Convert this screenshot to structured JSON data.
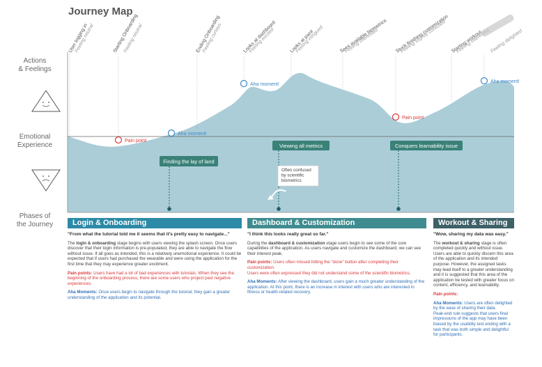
{
  "title": "Journey Map",
  "row_labels": {
    "actions": "Actions\n& Feelings",
    "emotional": "Emotional\nExperience",
    "phases": "Phases of\nthe Journey"
  },
  "steps": [
    {
      "action": "User logging in",
      "feeling": "Feeling neutral"
    },
    {
      "action": "Starting Onboarding",
      "feeling": "Feeling neutral"
    },
    {
      "action": "Ending Onboarding",
      "feeling": "Feeling curious"
    },
    {
      "action": "Looks at dashboard",
      "feeling": "Feeling excited"
    },
    {
      "action": "Looks at pace",
      "feeling": "Feeling intrigued"
    },
    {
      "action": "Sees available biometrics",
      "feeling": "Feeling interested"
    },
    {
      "action": "Stuck finishing customization",
      "feeling": "Feeling slightly confused"
    },
    {
      "action": "Starting workout",
      "feeling": "Feeling interested"
    },
    {
      "action": "",
      "feeling": "Feeling delighted"
    }
  ],
  "markers": {
    "pain1": "Pain point",
    "aha1": "Aha moment!",
    "aha2": "Aha moment!",
    "pain2": "Pain point",
    "aha3": "Aha moment!"
  },
  "callouts": {
    "lay_of_land": "Finding the lay of land",
    "viewing_metrics": "Viewing all metrics",
    "learnability": "Conquers learnability issue",
    "confused": "Often confused by scientific biometrics"
  },
  "phases": [
    {
      "header": "Login & Onboarding",
      "quote": "\"From what the tutorial told me it seems that it's pretty easy to navigate...\"",
      "body_pre": "The ",
      "body_bold": "login & onboarding",
      "body_post": " stage begins with users viewing the splash screen. Once users discover that their login information is pre-populated, they are able to navigate the flow without issue. If all goes as intended, this is a relatively unemotional experience. It could be expected that if users had purchased the wearable and were using the application for the first time that they may experience greater excitment.",
      "pain_label": "Pain points:",
      "pain_text": " Users have had a lot of bad experiences with tutorials. When they see the beginning of the onboarding process, there are some users who project past negative experiences.",
      "aha_label": "Aha Moments:",
      "aha_text": " Once users begin to navigate through the tutorial, they gain a greater understanding of the application and its potential."
    },
    {
      "header": "Dashboard & Customization",
      "quote": "\"I think this looks really great so far.\"",
      "body_pre": "During the ",
      "body_bold": "dashboard & customization",
      "body_post": " stage users begin to see some of the core capabilities of the application. As users navigate and customize the dashboard, we can see their interest peak.",
      "pain_label": "Pain points:",
      "pain_text": " Users often missed hitting the \"done\" button after completing their customization.",
      "pain_text2": "Users were often expressed they did not understand some of the scientific biometrics.",
      "aha_label": "Aha Moments:",
      "aha_text": " After viewing the dashboard, users gain a much greater understanding of the application. At this point, there is an increase in interest with users who are interested in fitness or health-related recovery."
    },
    {
      "header": "Workout & Sharing",
      "quote": "\"Wow, sharing my data was easy.\"",
      "body_pre": "The ",
      "body_bold": "workout & sharing",
      "body_post": " stage is often completed quickly and without issue. Users are able to quickly discern this area of the application and its intended purpose. However, the assigned tasks may lead itself to a greater understanding and it is suggested that this area of the application be tested with greater focus on content, efficiency, and learnability.",
      "pain_label": "Pain points:",
      "aha_label": "Aha Moments:",
      "aha_text": " Users are often delighted by the ease of sharing their data.",
      "aha_text2": "Peak-end rule suggests that users final impressions of the app may have been biased by the usability test ending with a task that was both simple and delightful for participants."
    }
  ],
  "colors": {
    "area": "#abcdd8",
    "phase1": "#2c8aa6",
    "phase2": "#3f8b8f",
    "phase3": "#3e6067",
    "callout": "#3a8178",
    "pain": "#d9373a",
    "aha": "#3c86c8"
  }
}
